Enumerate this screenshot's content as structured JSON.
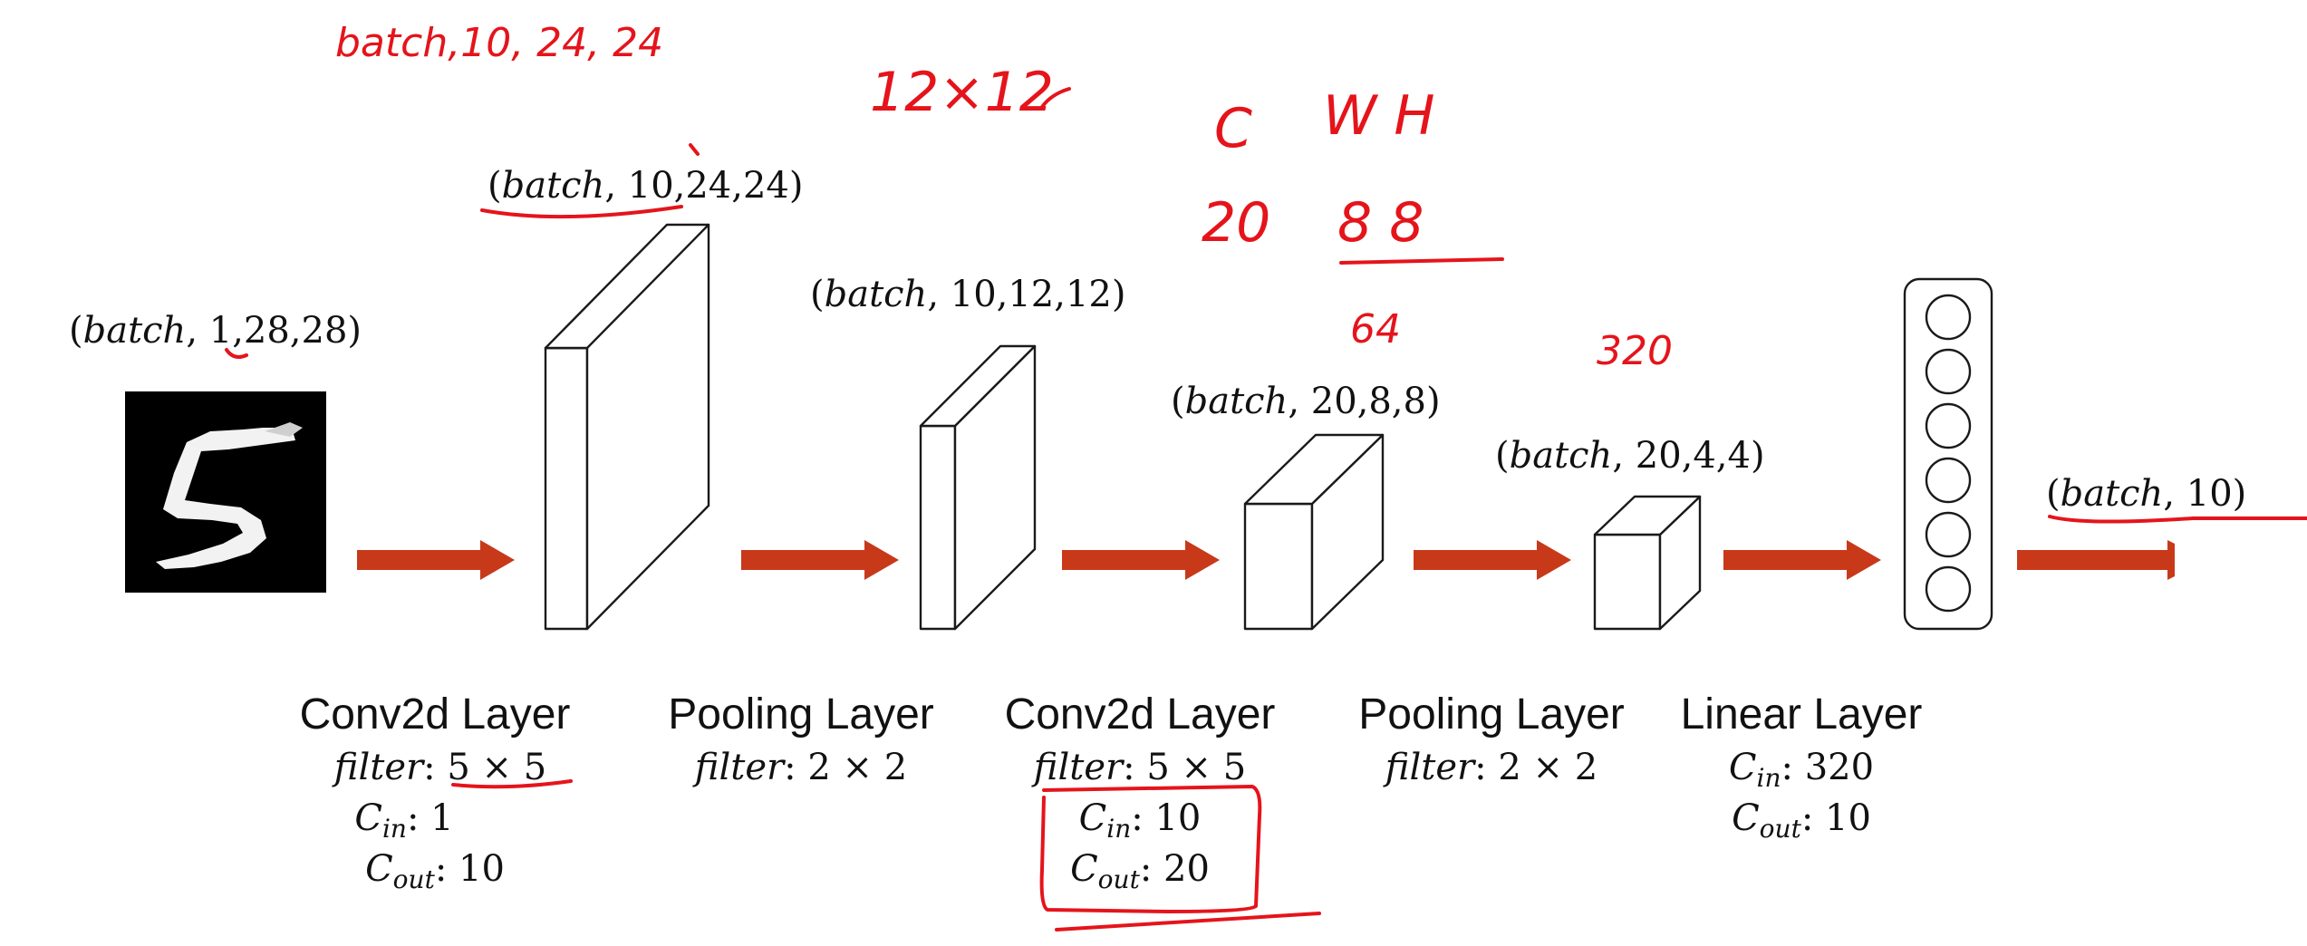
{
  "shapes": [
    {
      "id": "input",
      "label_italic": "batch",
      "label_rest": ", 1,28,28)"
    },
    {
      "id": "conv1",
      "label_italic": "batch",
      "label_rest": ", 10,24,24)"
    },
    {
      "id": "pool1",
      "label_italic": "batch",
      "label_rest": ", 10,12,12)"
    },
    {
      "id": "conv2",
      "label_italic": "batch",
      "label_rest": ", 20,8,8)"
    },
    {
      "id": "pool2",
      "label_italic": "batch",
      "label_rest": ", 20,4,4)"
    },
    {
      "id": "output",
      "label_italic": "batch",
      "label_rest": ", 10)"
    }
  ],
  "layers": [
    {
      "name": "Conv2d Layer",
      "filter": "5 × 5",
      "cin": "1",
      "cout": "10"
    },
    {
      "name": "Pooling Layer",
      "filter": "2 × 2"
    },
    {
      "name": "Conv2d Layer",
      "filter": "5 × 5",
      "cin": "10",
      "cout": "20"
    },
    {
      "name": "Pooling Layer",
      "filter": "2 × 2"
    },
    {
      "name": "Linear Layer",
      "cin": "320",
      "cout": "10"
    }
  ],
  "param_words": {
    "filter": "filter",
    "c": "C",
    "in": "in",
    "out": "out"
  },
  "annotations": {
    "top_left": "batch,10, 24, 24",
    "twelve": "12×12",
    "c": "C",
    "wh": "W H",
    "twenty": "20",
    "eight": "8 8",
    "sixty_four": "64",
    "three_twenty": "320"
  },
  "colors": {
    "arrow": "#c8391a",
    "ink": "#e5141b",
    "outline": "#1a1a1a"
  }
}
